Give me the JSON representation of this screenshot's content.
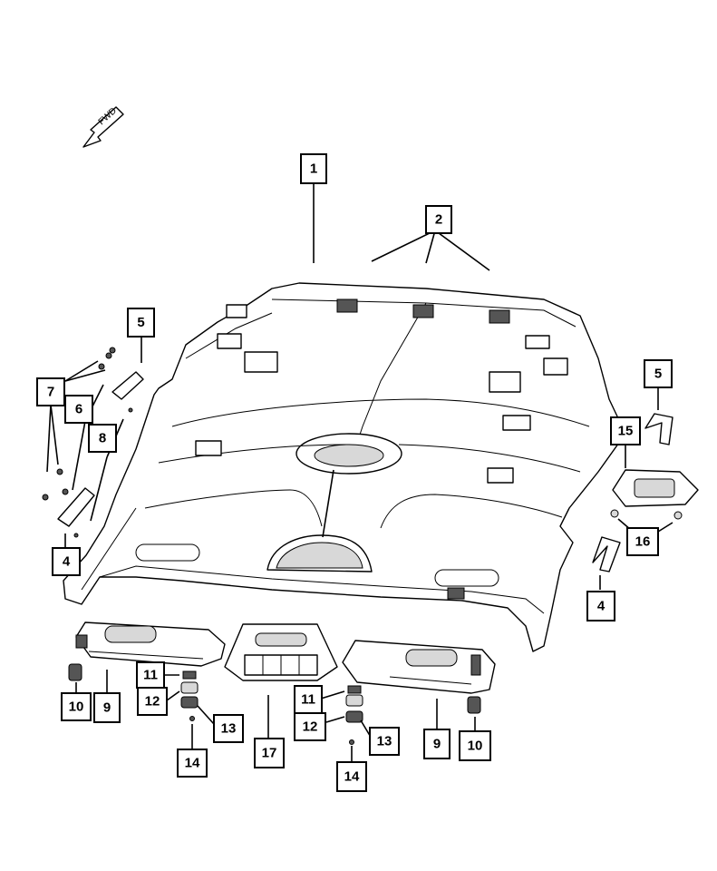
{
  "fwd_label": "FWD",
  "callouts": {
    "c1": "1",
    "c2": "2",
    "c3": "5",
    "c4": "7",
    "c5": "6",
    "c6": "8",
    "c7": "4",
    "c8": "5",
    "c9": "15",
    "c10": "16",
    "c11": "4",
    "c12": "10",
    "c13": "9",
    "c14": "11",
    "c15": "12",
    "c16": "13",
    "c17": "14",
    "c18": "17",
    "c19": "11",
    "c20": "12",
    "c21": "13",
    "c22": "14",
    "c23": "9",
    "c24": "10"
  }
}
